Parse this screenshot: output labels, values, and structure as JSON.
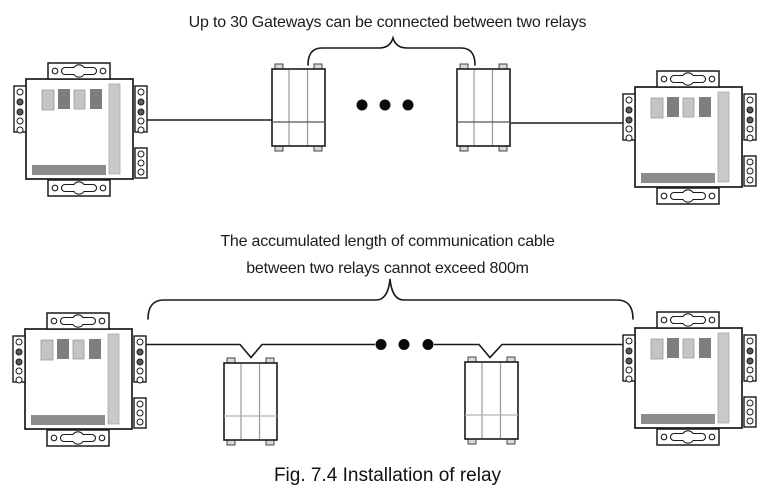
{
  "figure": {
    "top_annotation": "Up to 30 Gateways can be connected between two relays",
    "bottom_annotation_line1": "The accumulated length of communication cable",
    "bottom_annotation_line2": "between two relays cannot exceed 800m",
    "caption": "Fig. 7.4 Installation of relay"
  },
  "diagram": {
    "top_row": {
      "left_device": "relay",
      "middle_devices": [
        "gateway",
        "ellipsis-dots",
        "gateway"
      ],
      "right_device": "relay"
    },
    "bottom_row": {
      "left_device": "relay",
      "middle_devices": [
        "gateway",
        "ellipsis-dots",
        "gateway"
      ],
      "right_device": "relay"
    },
    "relay_count": 4,
    "gateway_count": 4,
    "ellipsis_dot_count": 3
  },
  "colors": {
    "background": "#ffffff",
    "line": "#1a1a1a",
    "device_light_gray": "#c4c4c4",
    "device_dark_gray": "#7d7d7d",
    "device_bar_gray": "#8c8c8c",
    "device_tall_bar_gray": "#c9c9c9"
  }
}
